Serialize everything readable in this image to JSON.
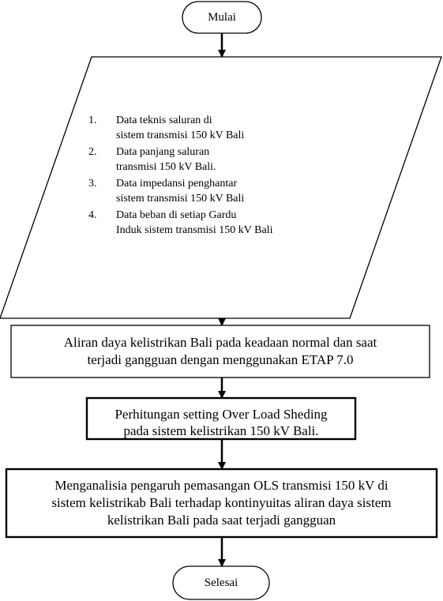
{
  "flowchart": {
    "start": "Mulai",
    "input": {
      "items": [
        {
          "num": "1.",
          "line1": "Data teknis saluran di",
          "line2": "sistem transmisi 150 kV Bali"
        },
        {
          "num": "2.",
          "line1": "Data panjang saluran",
          "line2": "transmisi 150 kV Bali."
        },
        {
          "num": "3.",
          "line1": "Data impedansi penghantar",
          "line2": "sistem  transmisi 150 kV Bali"
        },
        {
          "num": "4.",
          "line1": "Data beban di setiap Gardu",
          "line2": "Induk sistem transmisi 150 kV Bali"
        }
      ]
    },
    "process1": {
      "line1": "Aliran daya kelistrikan Bali pada keadaan normal dan saat",
      "line2": "terjadi gangguan dengan menggunakan ETAP 7.0"
    },
    "process2": {
      "line1": "Perhitungan setting Over Load Sheding",
      "line2": "pada sistem kelistrikan 150 kV Bali."
    },
    "process3": {
      "line1": "Menganalisia pengaruh pemasangan OLS transmisi 150 kV di",
      "line2": "sistem kelistrikab Bali terhadap kontinyuitas aliran daya sistem",
      "line3": "kelistrikan Bali pada saat terjadi gangguan"
    },
    "end": "Selesai"
  }
}
